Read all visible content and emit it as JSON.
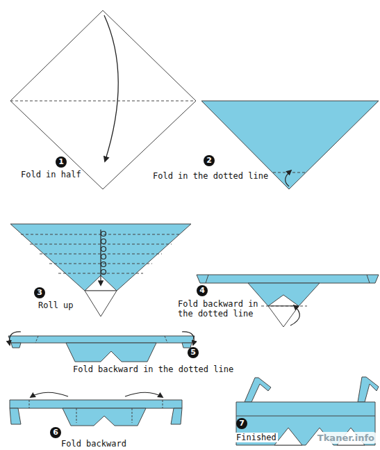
{
  "diagram": {
    "nodes": [
      {
        "text": [
          "1",
          "Fold in half"
        ]
      },
      {
        "text": [
          "2",
          "Fold in the dotted line"
        ]
      },
      {
        "text": [
          "3",
          "Roll up"
        ]
      },
      {
        "text": [
          "4",
          "Fold backward in the dotted line"
        ]
      },
      {
        "text": [
          "5",
          "Fold backward in the dotted line"
        ]
      },
      {
        "text": [
          "6",
          "Fold backward"
        ]
      },
      {
        "text": [
          "7",
          "Finished"
        ]
      }
    ],
    "labels": [
      "Tkaner.info"
    ]
  }
}
